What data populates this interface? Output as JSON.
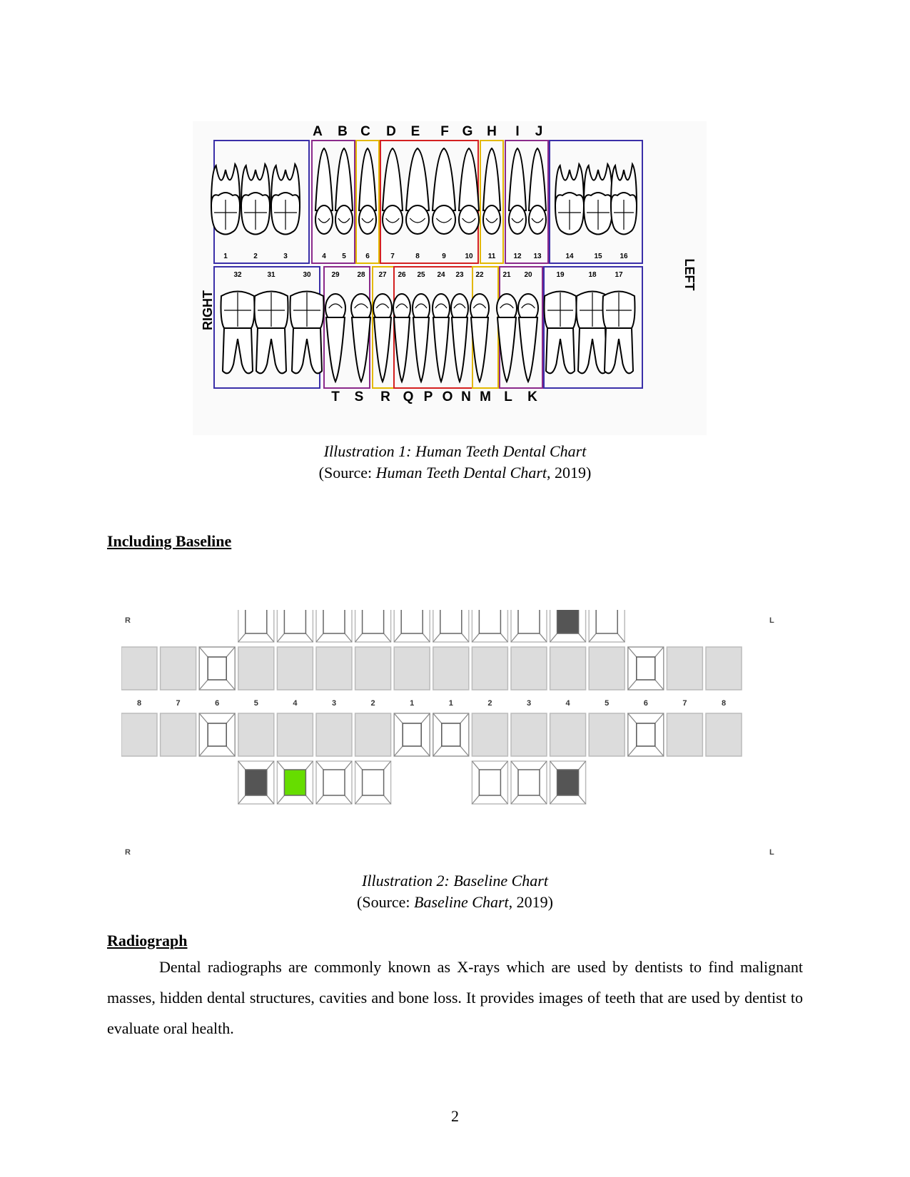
{
  "figure1": {
    "upper_letters": [
      "A",
      "B",
      "C",
      "D",
      "E",
      "F",
      "G",
      "H",
      "I",
      "J"
    ],
    "lower_letters": [
      "T",
      "S",
      "R",
      "Q",
      "P",
      "O",
      "N",
      "M",
      "L",
      "K"
    ],
    "upper_numbers": [
      "1",
      "2",
      "3",
      "4",
      "5",
      "6",
      "7",
      "8",
      "9",
      "10",
      "11",
      "12",
      "13",
      "14",
      "15",
      "16"
    ],
    "lower_numbers": [
      "32",
      "31",
      "30",
      "29",
      "28",
      "27",
      "26",
      "25",
      "24",
      "23",
      "22",
      "21",
      "20",
      "19",
      "18",
      "17"
    ],
    "right_label": "RIGHT",
    "left_label": "LEFT",
    "colors": {
      "molar": "#3a2fa8",
      "premolar": "#8b2a8b",
      "canine": "#e3b800",
      "incisor": "#d42020"
    },
    "caption": "Illustration 1: Human Teeth Dental Chart",
    "source_prefix": "(Source: ",
    "source_title": "Human Teeth Dental Chart",
    "source_suffix": ", 2019)"
  },
  "section1_heading": "Including Baseline",
  "figure2": {
    "corner_r_top": "R",
    "corner_l_top": "L",
    "corner_r_bottom": "R",
    "corner_l_bottom": "L",
    "tooth_numbers": [
      "8",
      "7",
      "6",
      "5",
      "4",
      "3",
      "2",
      "1",
      "1",
      "2",
      "3",
      "4",
      "5",
      "6",
      "7",
      "8"
    ],
    "colors": {
      "missing": "#555555",
      "marked": "#66dd00",
      "plain": "#dcdcdc"
    },
    "caption": "Illustration 2:  Baseline Chart",
    "source_prefix": "(Source: ",
    "source_title": "Baseline Chart",
    "source_suffix": ", 2019)"
  },
  "section2_heading": "Radiograph",
  "paragraph": "Dental radiographs are commonly known as X-rays which are used by dentists to find malignant masses, hidden dental structures, cavities and bone loss. It provides images of teeth that are used by dentist to evaluate oral health.",
  "page_number": "2"
}
